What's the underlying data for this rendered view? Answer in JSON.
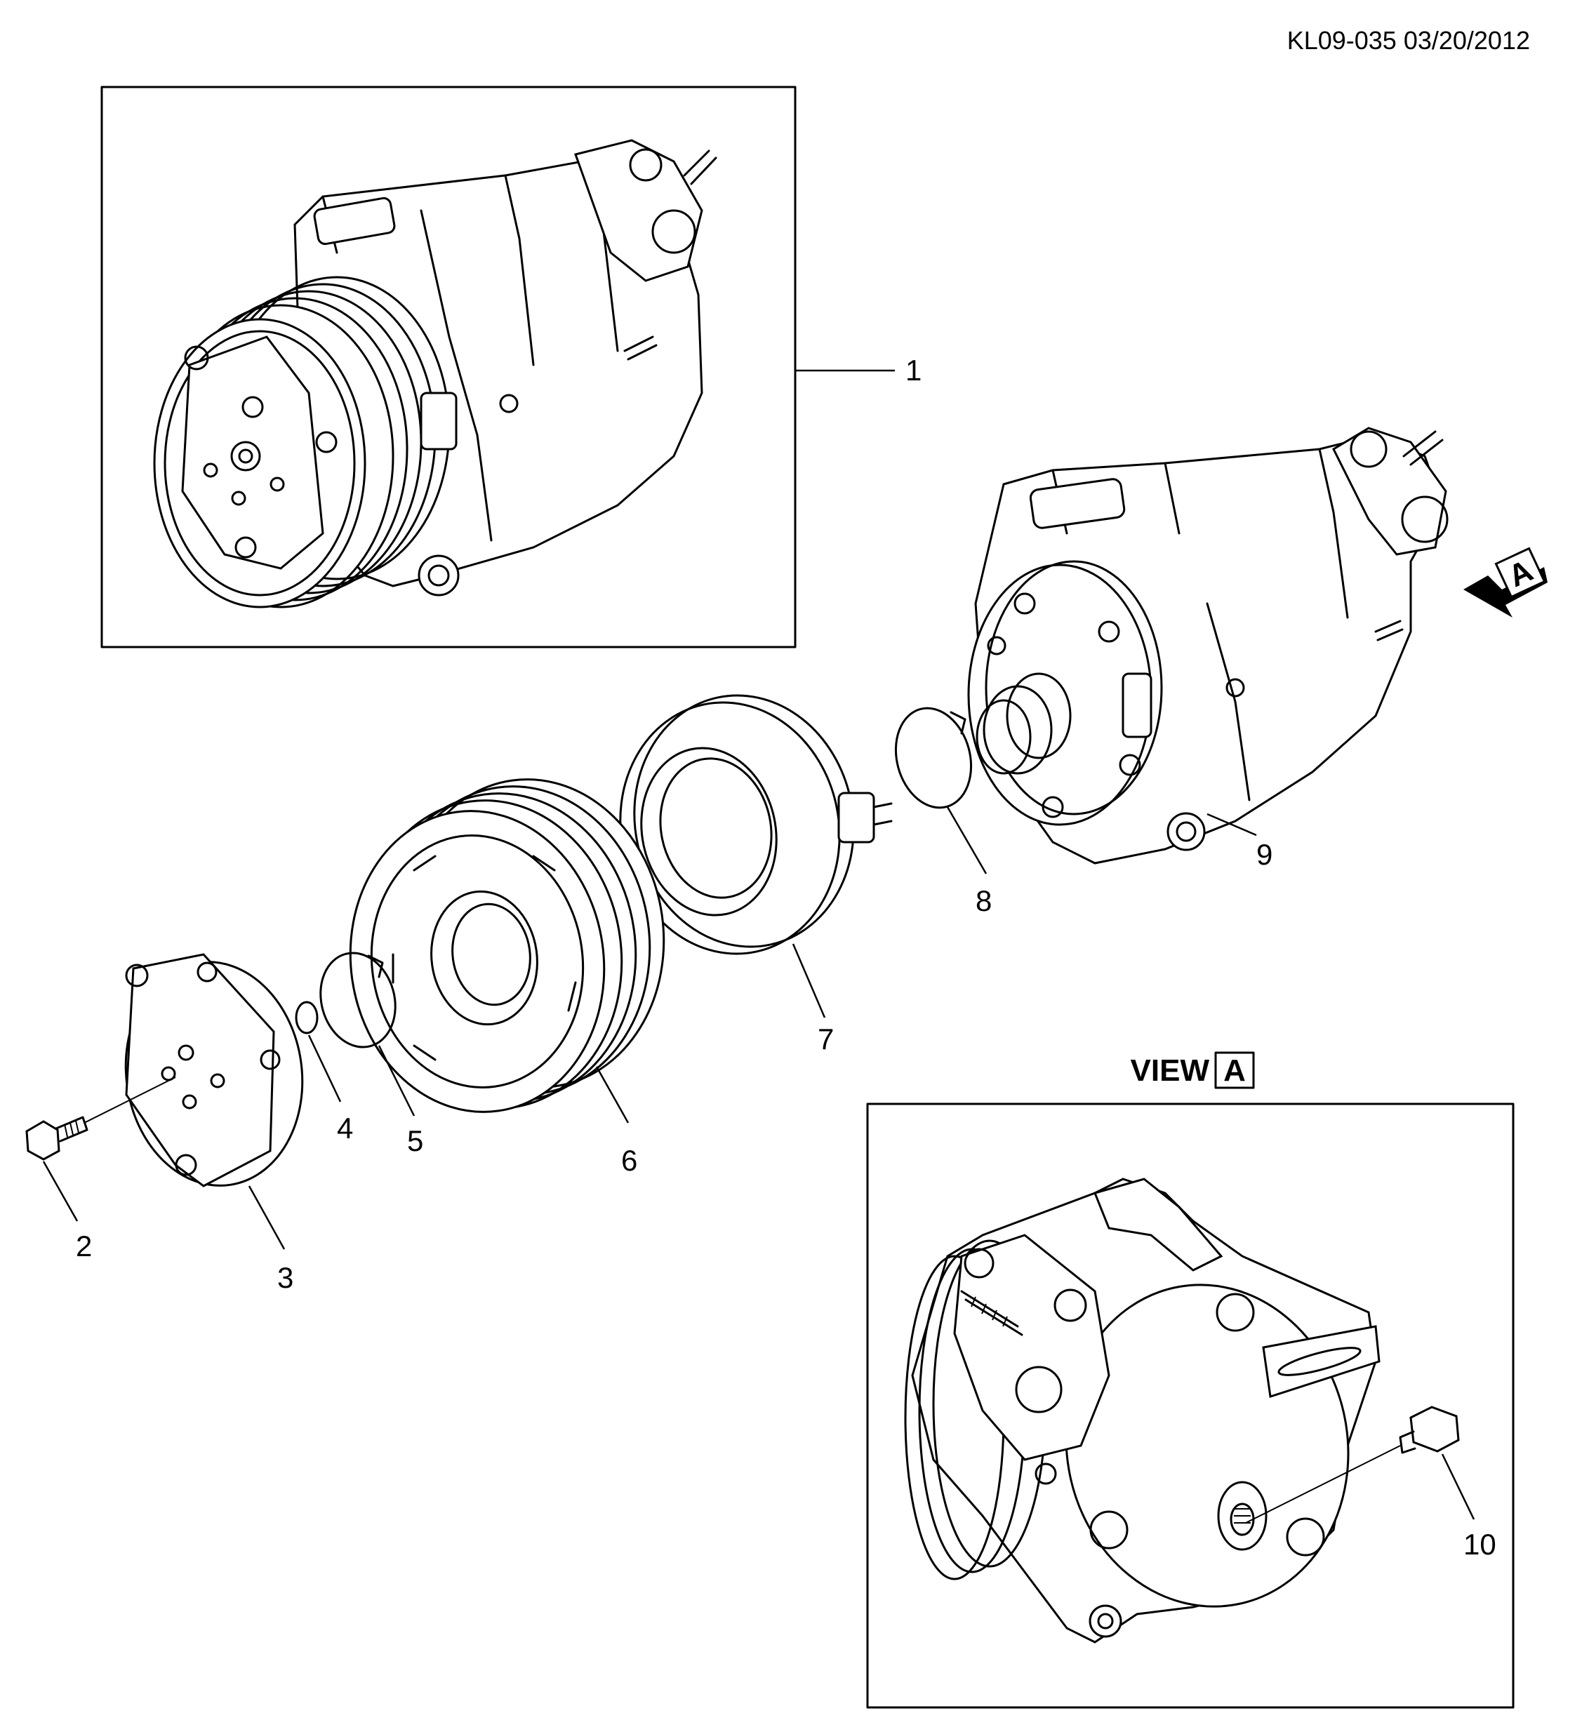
{
  "document_id": "KL09-035 03/20/2012",
  "view_heading": "VIEW",
  "view_letter": "A",
  "arrow_letter": "A",
  "callouts": [
    "1",
    "2",
    "3",
    "4",
    "5",
    "6",
    "7",
    "8",
    "9",
    "10"
  ]
}
